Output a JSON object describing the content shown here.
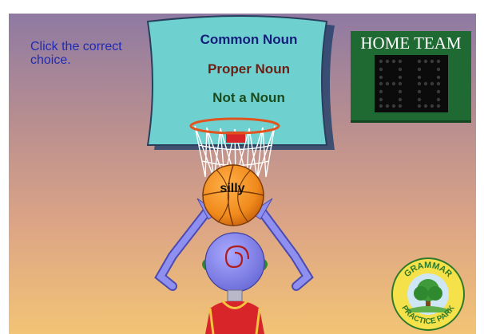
{
  "instruction": "Click the correct choice.",
  "choices": [
    {
      "label": "Common Noun",
      "color": "#141e7a"
    },
    {
      "label": "Proper Noun",
      "color": "#6e1d12"
    },
    {
      "label": "Not a Noun",
      "color": "#1b4a1b"
    }
  ],
  "scoreboard": {
    "title": "HOME TEAM"
  },
  "ball": {
    "word": "silly"
  },
  "logo": {
    "top_text": "GRAMMAR",
    "bottom_text": "PRACTICE PARK"
  },
  "colors": {
    "backboard": "#6fd0d0",
    "rim": "#e2541e",
    "ball": "#f08a1c",
    "robot": "#7f7fe6",
    "jersey": "#d8252a",
    "scoreboard": "#1f6a33"
  },
  "icons": [
    "basketball-hoop-icon",
    "basketball-icon",
    "robot-player-icon",
    "grammar-practice-park-logo-icon"
  ]
}
